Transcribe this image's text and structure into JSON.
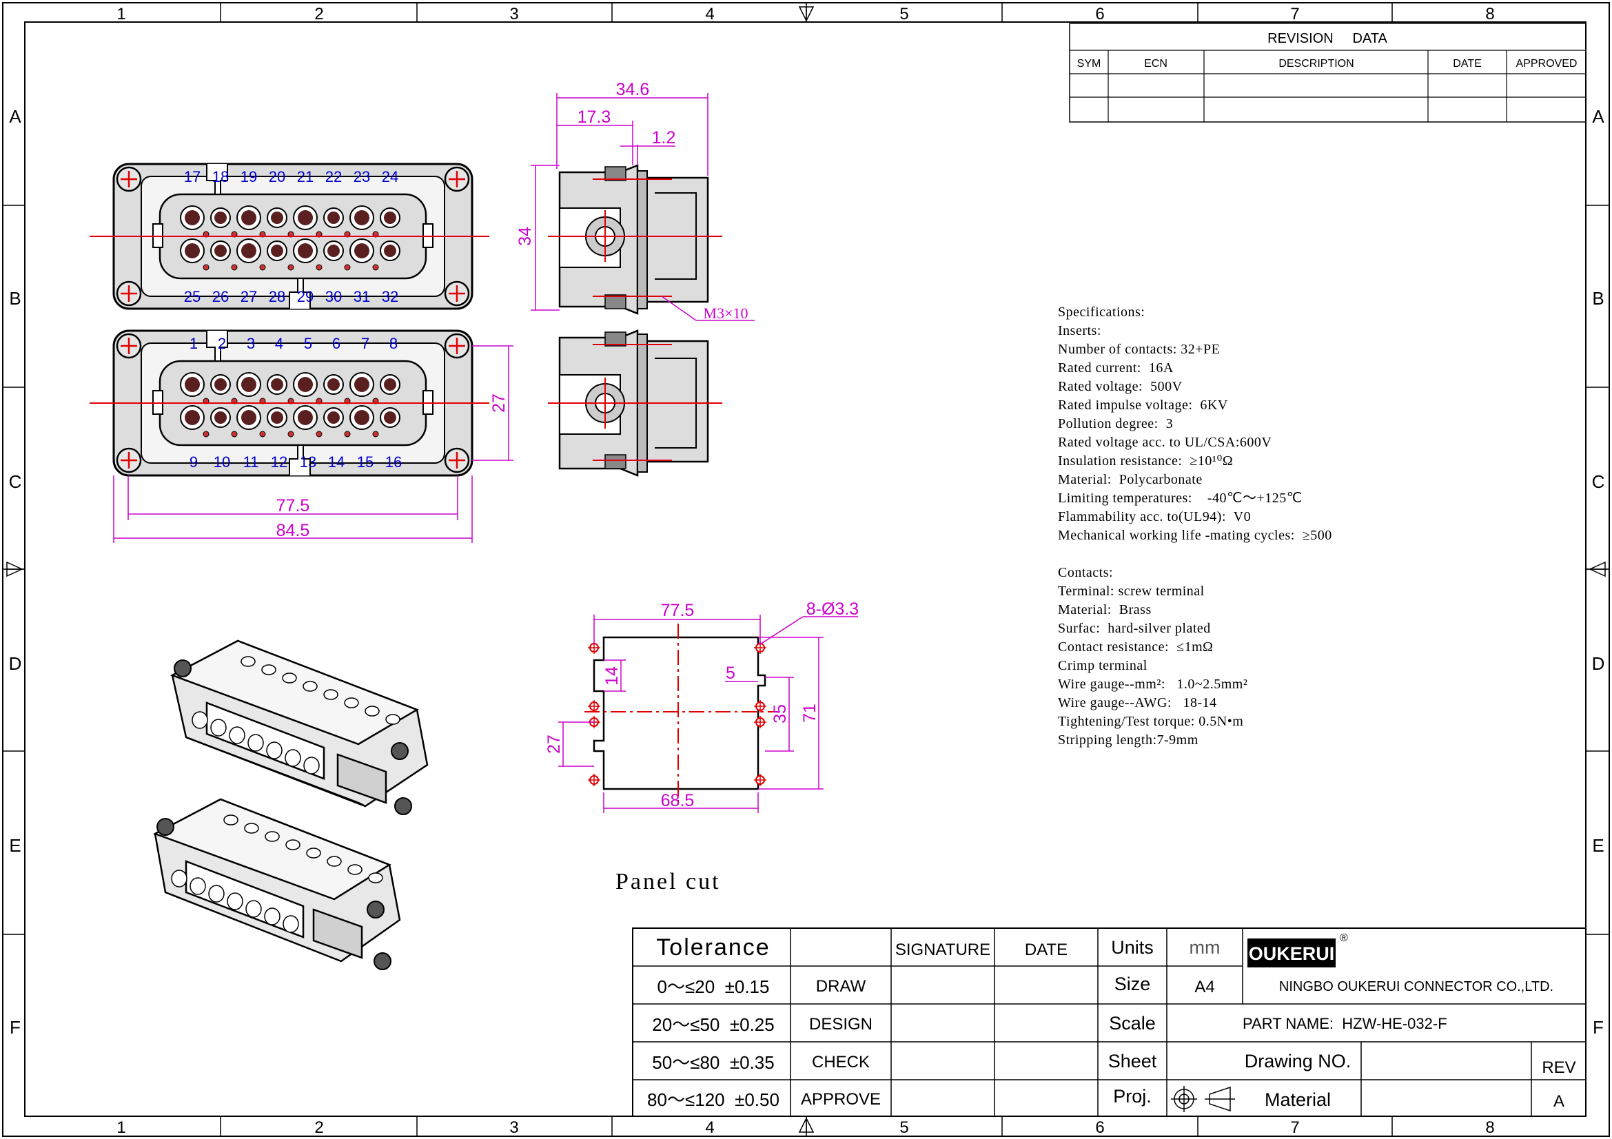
{
  "frame": {
    "cols": [
      "1",
      "2",
      "3",
      "4",
      "5",
      "6",
      "7",
      "8"
    ],
    "rows": [
      "A",
      "B",
      "C",
      "D",
      "E",
      "F"
    ]
  },
  "revision": {
    "title": "REVISION     DATA",
    "headers": [
      "SYM",
      "ECN",
      "DESCRIPTION",
      "DATE",
      "APPROVED"
    ]
  },
  "views": {
    "pin_top": [
      "17",
      "18",
      "19",
      "20",
      "21",
      "22",
      "23",
      "24"
    ],
    "pin_bottom": [
      "25",
      "26",
      "27",
      "28",
      "29",
      "30",
      "31",
      "32"
    ],
    "pin_top2": [
      "1",
      "2",
      "3",
      "4",
      "5",
      "6",
      "7",
      "8"
    ],
    "pin_bottom2": [
      "9",
      "10",
      "11",
      "12",
      "13",
      "14",
      "15",
      "16"
    ],
    "dims": {
      "d34_6": "34.6",
      "d17_3": "17.3",
      "d1_2": "1.2",
      "d34": "34",
      "m3": "M3×10",
      "d27": "27",
      "d77_5": "77.5",
      "d84_5": "84.5"
    },
    "panel": {
      "w_top": "77.5",
      "holes": "8-Ø3.3",
      "d14": "14",
      "d5": "5",
      "d35": "35",
      "d71": "71",
      "d27": "27",
      "w_bot": "68.5",
      "caption": "Panel cut"
    }
  },
  "specs": {
    "lines": [
      "Specifications:",
      "Inserts:",
      "Number of contacts: 32+PE",
      "Rated current:  16A",
      "Rated voltage:  500V",
      "Rated impulse voltage:  6KV",
      "Pollution degree:  3",
      "Rated voltage acc. to UL/CSA:600V",
      "Insulation resistance:  ≥10¹⁰Ω",
      "Material:  Polycarbonate",
      "Limiting temperatures:    -40℃～+125℃",
      "Flammability acc. to(UL94):  V0",
      "Mechanical working life -mating cycles:  ≥500"
    ],
    "contacts": [
      "Contacts:",
      "Terminal: screw terminal",
      "Material:  Brass",
      "Surfac:  hard-silver plated",
      "Contact resistance:  ≤1mΩ",
      "Crimp terminal",
      "Wire gauge--mm²:   1.0~2.5mm²",
      "Wire gauge--AWG:   18-14",
      "Tightening/Test torque: 0.5N•m",
      "Stripping length:7-9mm"
    ]
  },
  "titleblock": {
    "tolerance": "Tolerance",
    "signature": "SIGNATURE",
    "date": "DATE",
    "units_label": "Units",
    "units_value": "mm",
    "size_label": "Size",
    "size_value": "A4",
    "scale_label": "Scale",
    "sheet_label": "Sheet",
    "proj_label": "Proj.",
    "tol_rows": [
      {
        "range": "0～≤20  ±0.15",
        "role": "DRAW"
      },
      {
        "range": "20～≤50  ±0.25",
        "role": "DESIGN"
      },
      {
        "range": "50～≤80  ±0.35",
        "role": "CHECK"
      },
      {
        "range": "80～≤120  ±0.50",
        "role": "APPROVE"
      }
    ],
    "logo": "OUKERUI",
    "reg": "®",
    "company": "NINGBO OUKERUI CONNECTOR CO.,LTD.",
    "part_name": "PART NAME:  HZW-HE-032-F",
    "drawing_no": "Drawing NO.",
    "rev_label": "REV",
    "material": "Material",
    "rev_value": "A"
  },
  "colors": {
    "line": "#000000",
    "dim": "#cc00cc",
    "center": "#e00000",
    "pin": "#0000cc",
    "body": "#dddddd",
    "contact": "#5a2020"
  }
}
